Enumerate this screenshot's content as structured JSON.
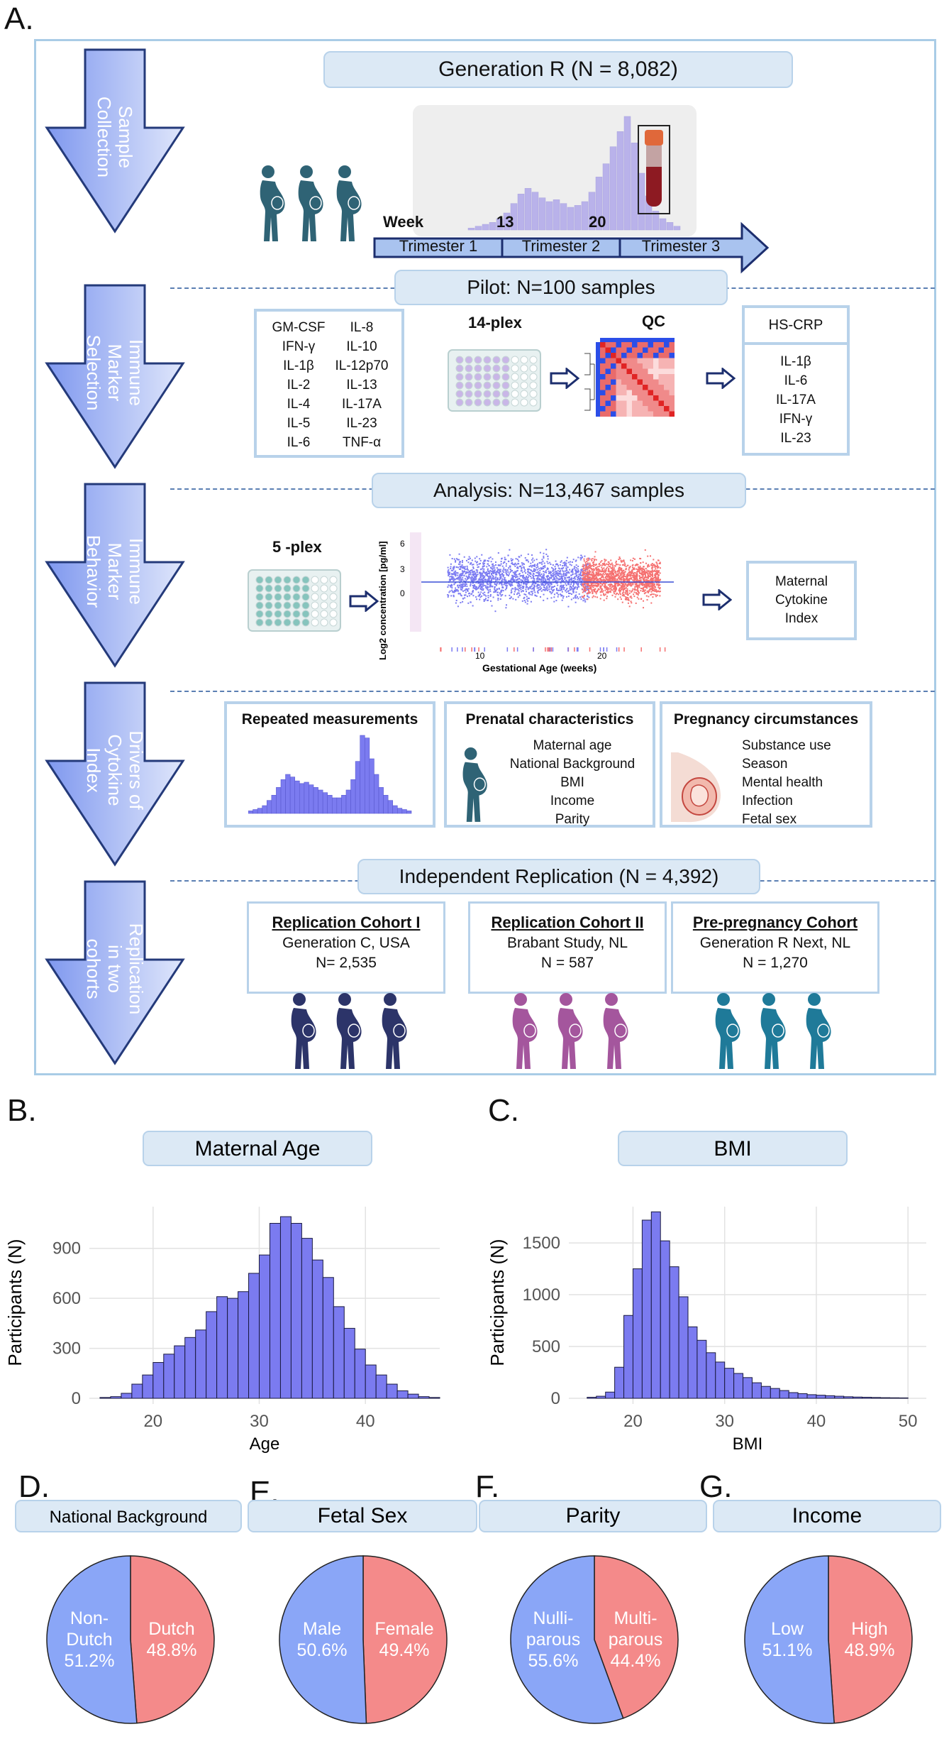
{
  "colors": {
    "frame": "#a9cce6",
    "pill_bg": "#dce9f5",
    "arrow_fill": "#8fa8f5",
    "arrow_stroke": "#243a7a",
    "bar_fill": "#7b7bf0",
    "pie_blue": "#8aa6f7",
    "pie_red": "#f48a8a",
    "teal_figure": "#2f6375",
    "navy_figure": "#2c3469",
    "purple_figure": "#a4569d",
    "blue_figure": "#1f7a99"
  },
  "panels": {
    "a": "A.",
    "b": "B.",
    "c": "C.",
    "d": "D.",
    "e": "E.",
    "f": "F.",
    "g": "G."
  },
  "steps": [
    {
      "label": "Sample\nCollection"
    },
    {
      "label": "Immune\nMarker\nSelection"
    },
    {
      "label": "Immune\nMarker\nBehavior"
    },
    {
      "label": "Drivers   of\nCytokine\nIndex"
    },
    {
      "label": "Replication\nin two\ncohorts"
    }
  ],
  "section1": {
    "title": "Generation R (N = 8,082)",
    "week_label": "Week",
    "week_13": "13",
    "week_20": "20",
    "trimesters": [
      "Trimester 1",
      "Trimester 2",
      "Trimester 3"
    ],
    "timeline_histogram": [
      1,
      2,
      3,
      4,
      6,
      9,
      14,
      19,
      22,
      20,
      17,
      15,
      16,
      14,
      12,
      13,
      15,
      20,
      28,
      35,
      44,
      52,
      60,
      46,
      30,
      18,
      10,
      6,
      4,
      2
    ]
  },
  "section2": {
    "title": "Pilot: N=100 samples",
    "markers_col1": [
      "GM-CSF",
      "IFN-γ",
      "IL-1β",
      "IL-2",
      "IL-4",
      "IL-5",
      "IL-6"
    ],
    "markers_col2": [
      "IL-8",
      "IL-10",
      "IL-12p70",
      "IL-13",
      "IL-17A",
      "IL-23",
      "TNF-α"
    ],
    "plex_label": "14-plex",
    "qc_label": "QC",
    "hs_crp": "HS-CRP",
    "selected": [
      "IL-1β",
      "IL-6",
      "IL-17A",
      "IFN-γ",
      "IL-23"
    ]
  },
  "section3": {
    "title": "Analysis: N=13,467 samples",
    "plex_label": "5 -plex",
    "y_axis": "Log2 concentration [pg/ml]",
    "x_axis": "Gestational Age (weeks)",
    "y_ticks": [
      "6",
      "3",
      "0"
    ],
    "x_ticks": [
      "10",
      "20"
    ],
    "result": "Maternal\nCytokine\nIndex"
  },
  "section4": {
    "repeated_title": "Repeated measurements",
    "repeated_histogram": [
      2,
      3,
      4,
      6,
      10,
      14,
      20,
      26,
      30,
      28,
      25,
      23,
      24,
      22,
      20,
      18,
      16,
      14,
      12,
      12,
      14,
      18,
      26,
      40,
      60,
      58,
      42,
      30,
      20,
      14,
      10,
      6,
      4,
      3,
      2
    ],
    "prenatal_title": "Prenatal characteristics",
    "prenatal_items": [
      "Maternal age",
      "National Background",
      "BMI",
      "Income",
      "Parity"
    ],
    "pregnancy_title": "Pregnancy circumstances",
    "pregnancy_items": [
      "Substance use",
      "Season",
      "Mental health",
      "Infection",
      "Fetal sex"
    ]
  },
  "section5": {
    "title": "Independent Replication (N = 4,392)",
    "cohorts": [
      {
        "name": "Replication Cohort I",
        "study": "Generation C, USA",
        "n": "N= 2,535"
      },
      {
        "name": "Replication Cohort II",
        "study": "Brabant Study, NL",
        "n": "N = 587"
      },
      {
        "name": "Pre-pregnancy Cohort",
        "study": "Generation R Next, NL",
        "n": "N = 1,270"
      }
    ]
  },
  "chart_data": [
    {
      "type": "bar",
      "title": "Maternal Age",
      "xlabel": "Age",
      "ylabel": "Participants (N)",
      "bin_width": 1,
      "bin_starts": [
        15,
        16,
        17,
        18,
        19,
        20,
        21,
        22,
        23,
        24,
        25,
        26,
        27,
        28,
        29,
        30,
        31,
        32,
        33,
        34,
        35,
        36,
        37,
        38,
        39,
        40,
        41,
        42,
        43,
        44,
        45,
        46
      ],
      "values": [
        5,
        10,
        30,
        85,
        140,
        215,
        265,
        315,
        365,
        410,
        520,
        610,
        600,
        640,
        750,
        860,
        1050,
        1090,
        1050,
        960,
        830,
        725,
        550,
        420,
        295,
        200,
        140,
        85,
        45,
        25,
        10,
        5
      ],
      "xlim": [
        14,
        47
      ],
      "ylim": [
        0,
        1150
      ],
      "x_ticks": [
        "20",
        "30",
        "40"
      ],
      "y_ticks": [
        "0",
        "300",
        "600",
        "900"
      ],
      "grid": true
    },
    {
      "type": "bar",
      "title": "BMI",
      "xlabel": "BMI",
      "ylabel": "Participants (N)",
      "bin_width": 1,
      "bin_starts": [
        15,
        16,
        17,
        18,
        19,
        20,
        21,
        22,
        23,
        24,
        25,
        26,
        27,
        28,
        29,
        30,
        31,
        32,
        33,
        34,
        35,
        36,
        37,
        38,
        39,
        40,
        41,
        42,
        43,
        44,
        45,
        46,
        47,
        48,
        49
      ],
      "values": [
        10,
        20,
        60,
        300,
        800,
        1250,
        1720,
        1800,
        1520,
        1270,
        980,
        690,
        560,
        440,
        350,
        290,
        240,
        200,
        150,
        115,
        95,
        75,
        55,
        45,
        35,
        30,
        25,
        20,
        15,
        12,
        10,
        8,
        6,
        5,
        4
      ],
      "xlim": [
        13,
        52
      ],
      "ylim": [
        0,
        1850
      ],
      "x_ticks": [
        "20",
        "30",
        "40",
        "50"
      ],
      "y_ticks": [
        "0",
        "500",
        "1000",
        "1500"
      ],
      "grid": true
    },
    {
      "type": "pie",
      "title": "National Background",
      "slices": [
        {
          "label": "Non-\nDutch",
          "pct_text": "51.2%",
          "value": 51.2,
          "color": "#8aa6f7"
        },
        {
          "label": "Dutch",
          "pct_text": "48.8%",
          "value": 48.8,
          "color": "#f48a8a"
        }
      ]
    },
    {
      "type": "pie",
      "title": "Fetal Sex",
      "slices": [
        {
          "label": "Male",
          "pct_text": "50.6%",
          "value": 50.6,
          "color": "#8aa6f7"
        },
        {
          "label": "Female",
          "pct_text": "49.4%",
          "value": 49.4,
          "color": "#f48a8a"
        }
      ]
    },
    {
      "type": "pie",
      "title": "Parity",
      "slices": [
        {
          "label": "Nulli-\nparous",
          "pct_text": "55.6%",
          "value": 55.6,
          "color": "#8aa6f7"
        },
        {
          "label": "Multi-\nparous",
          "pct_text": "44.4%",
          "value": 44.4,
          "color": "#f48a8a"
        }
      ]
    },
    {
      "type": "pie",
      "title": "Income",
      "slices": [
        {
          "label": "Low",
          "pct_text": "51.1%",
          "value": 51.1,
          "color": "#8aa6f7"
        },
        {
          "label": "High",
          "pct_text": "48.9%",
          "value": 48.9,
          "color": "#f48a8a"
        }
      ]
    }
  ]
}
